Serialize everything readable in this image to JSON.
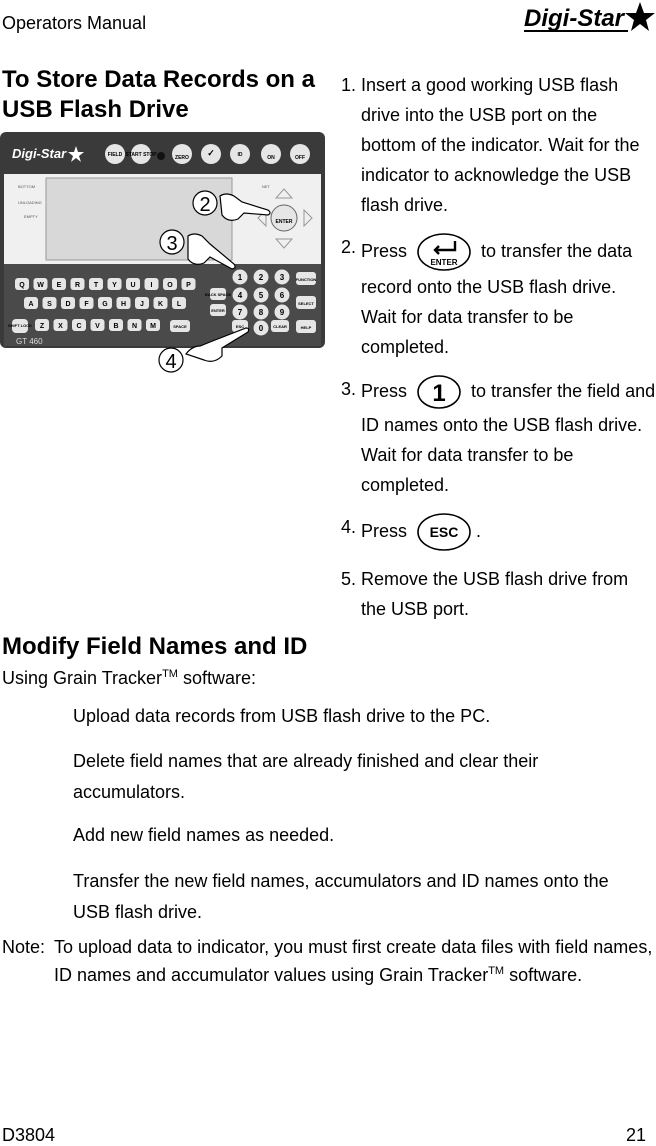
{
  "header": {
    "title": "Operators Manual",
    "logo_text": "Digi-Star"
  },
  "section1": {
    "title": "To Store Data Records on a USB Flash Drive",
    "device": {
      "brand": "Digi-Star",
      "model": "GT 460",
      "top_keys": [
        "FIELD",
        "START STOP",
        "ZERO",
        "ID",
        "ON",
        "OFF"
      ],
      "panel_labels": [
        "NET",
        "BOTTOM",
        "UNLOADING",
        "EMPTY"
      ],
      "letter_row1": [
        "Q",
        "W",
        "E",
        "R",
        "T",
        "Y",
        "U",
        "I",
        "O",
        "P"
      ],
      "letter_row2": [
        "A",
        "S",
        "D",
        "F",
        "G",
        "H",
        "J",
        "K",
        "L"
      ],
      "letter_row3": [
        "Z",
        "X",
        "C",
        "V",
        "B",
        "N",
        "M"
      ],
      "numpad_row1": [
        "1",
        "2",
        "3"
      ],
      "numpad_row2": [
        "4",
        "5",
        "6"
      ],
      "numpad_row3": [
        "7",
        "8",
        "9"
      ],
      "side_keys": [
        "FUNCTION",
        "SELECT",
        "HELP"
      ],
      "shift_label": "SHIFT LOCK",
      "backspace_label": "BACK SPACE",
      "enter_label": "ENTER",
      "space_label": "SPACE",
      "esc_label": "ESC",
      "zero_label": "0",
      "clear_label": "CLEAR",
      "callouts": [
        "2",
        "3",
        "4"
      ]
    },
    "steps": [
      {
        "num": "1.",
        "text": "Insert a good working USB flash drive into the USB port on the bottom of the indicator. Wait for the indicator to acknowledge the USB flash drive."
      },
      {
        "num": "2.",
        "pre": "Press",
        "key": "ENTER",
        "post": "to transfer the data record onto the USB flash drive. Wait for data transfer to be completed."
      },
      {
        "num": "3.",
        "pre": "Press",
        "key": "1",
        "post": "to transfer the field and ID names onto the USB flash drive. Wait for data transfer to be completed."
      },
      {
        "num": "4.",
        "pre": "Press",
        "key": "ESC",
        "post": "."
      },
      {
        "num": "5.",
        "text": "Remove the USB flash drive from the USB port."
      }
    ]
  },
  "section2": {
    "title": "Modify Field Names and ID",
    "intro_pre": "Using Grain Tracker",
    "intro_tm": "TM",
    "intro_post": " software:",
    "tasks": [
      "Upload data records from USB flash drive to the PC.",
      "Delete field names that are already finished and clear their accumulators.",
      "Add new field names as needed.",
      "Transfer the new field names, accumulators and ID names onto the USB flash drive."
    ],
    "note_label": "Note:",
    "note_text": "To upload data to indicator, you must first create data files with field names, ID names and accumulator values using Grain Tracker",
    "note_tm": "TM",
    "note_tail": "software."
  },
  "footer": {
    "doc_id": "D3804",
    "page_number": "21"
  },
  "colors": {
    "text": "#000000",
    "panel": "#3a3a3a",
    "lcd": "#d8d8d8",
    "keypad": "#4a4a4a",
    "key": "#e6e6e6"
  }
}
